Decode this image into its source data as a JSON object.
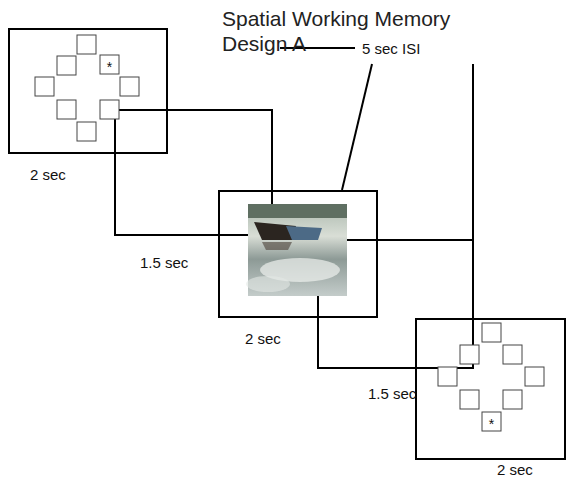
{
  "diagram": {
    "title": "Spatial Working Memory Design A",
    "nodes": [
      {
        "text": [
          "2 sec"
        ]
      },
      {
        "text": [
          "2 sec"
        ]
      },
      {
        "text": [
          "2 sec"
        ]
      }
    ],
    "labels": [
      "5 sec ISI",
      "1.5 sec",
      "1.5 sec",
      "*",
      "*"
    ]
  }
}
